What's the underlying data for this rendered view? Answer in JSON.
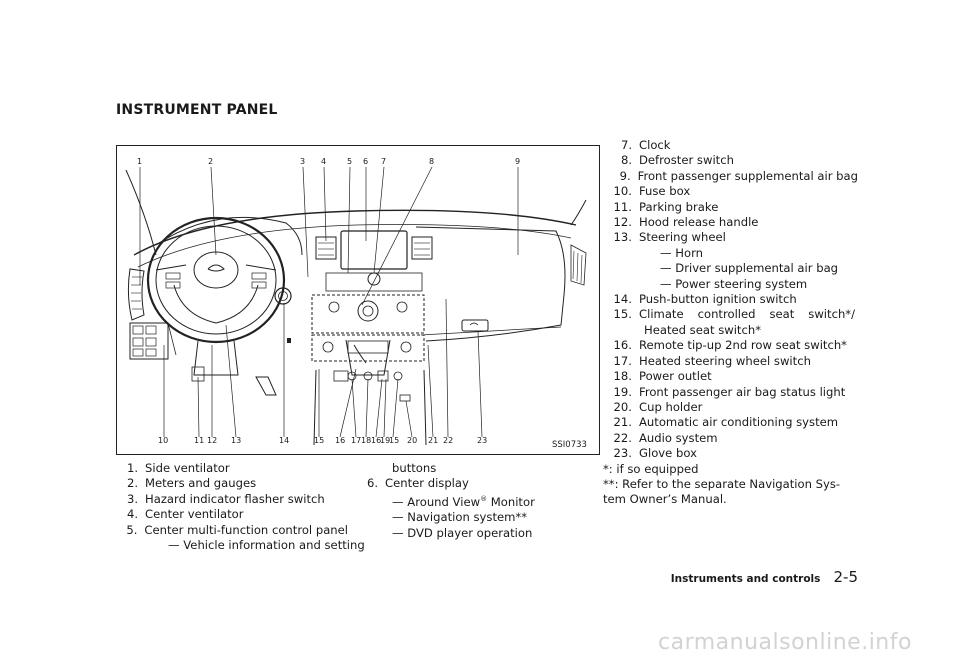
{
  "page": {
    "section_title": "INSTRUMENT PANEL",
    "figure_code": "SSI0733",
    "callouts_top": [
      "1",
      "2",
      "3",
      "4",
      "5",
      "6",
      "7",
      "8",
      "9"
    ],
    "callouts_bottom": [
      "10",
      "11",
      "12",
      "13",
      "14",
      "15",
      "16",
      "17",
      "18",
      "16",
      "19",
      "15",
      "20",
      "21",
      "22",
      "23"
    ],
    "items_left": [
      {
        "num": "1.",
        "text": "Side ventilator"
      },
      {
        "num": "2.",
        "text": "Meters and gauges"
      },
      {
        "num": "3.",
        "text": "Hazard indicator flasher switch"
      },
      {
        "num": "4.",
        "text": "Center ventilator"
      },
      {
        "num": "5.",
        "text": "Center multi-function control panel"
      }
    ],
    "item5_sub_a": "— Vehicle information and setting",
    "item5_sub_b": "buttons",
    "item6": {
      "num": "6.",
      "text": "Center display"
    },
    "item6_subs": {
      "around_view": "— Around View",
      "reg": "®",
      "monitor": " Monitor",
      "navigation": "— Navigation system**",
      "dvd": "— DVD player operation"
    },
    "items_right": [
      {
        "num": "7.",
        "text": "Clock"
      },
      {
        "num": "8.",
        "text": "Defroster switch"
      },
      {
        "num": "9.",
        "text": "Front passenger supplemental air bag"
      },
      {
        "num": "10.",
        "text": "Fuse box"
      },
      {
        "num": "11.",
        "text": "Parking brake"
      },
      {
        "num": "12.",
        "text": "Hood release handle"
      },
      {
        "num": "13.",
        "text": "Steering wheel"
      }
    ],
    "item13_subs": [
      "— Horn",
      "— Driver supplemental air bag",
      "— Power steering system"
    ],
    "item14": {
      "num": "14.",
      "text": "Push-button ignition switch"
    },
    "item15": {
      "num": "15.",
      "text": "Climate controlled seat switch*/",
      "cont": "Heated seat switch*"
    },
    "items_right_2": [
      {
        "num": "16.",
        "text": "Remote tip-up 2nd row seat switch*"
      },
      {
        "num": "17.",
        "text": "Heated steering wheel switch"
      },
      {
        "num": "18.",
        "text": "Power outlet"
      },
      {
        "num": "19.",
        "text": "Front passenger air bag status light"
      },
      {
        "num": "20.",
        "text": "Cup holder"
      },
      {
        "num": "21.",
        "text": "Automatic air conditioning system"
      },
      {
        "num": "22.",
        "text": "Audio system"
      },
      {
        "num": "23.",
        "text": "Glove box"
      }
    ],
    "footnote_1": "*: if so equipped",
    "footnote_2a": "**: Refer to the separate Navigation Sys-",
    "footnote_2b": "tem Owner’s Manual.",
    "footer_label": "Instruments and controls",
    "footer_page": "2-5"
  },
  "watermark": "carmanualsonline.info"
}
